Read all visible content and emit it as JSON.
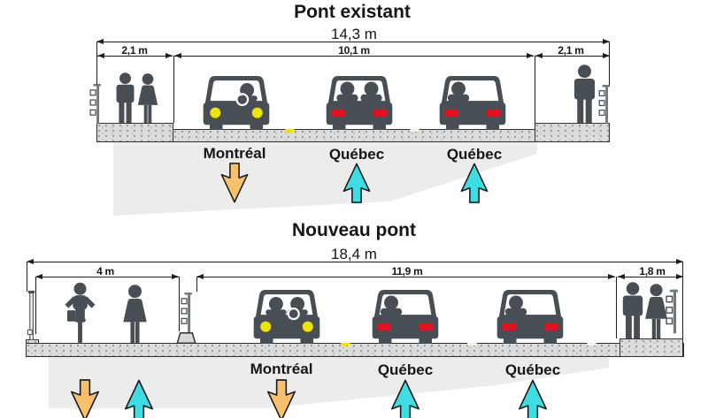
{
  "colors": {
    "figure": "#474e54",
    "montreal_arrow": "#f6c06c",
    "quebec_arrow": "#3edde4",
    "arrow_outline": "#161616",
    "headlight": "#efe30b",
    "taillight": "#e41220",
    "deck": "#dcdcdc",
    "deck_outline": "#2f2f2f",
    "shadow": "#ececec",
    "line": "#1d1d1d"
  },
  "existing_bridge": {
    "title": "Pont existant",
    "dims": {
      "total": "14,3 m",
      "left_sidewalk": "2,1 m",
      "roadway": "10,1 m",
      "right_sidewalk": "2,1 m"
    },
    "lanes": [
      {
        "destination": "Montréal",
        "direction": "down",
        "arrow_color": "#f6c06c",
        "vehicle": "car-front-headlights-icon"
      },
      {
        "destination": "Québec",
        "direction": "up",
        "arrow_color": "#3edde4",
        "vehicle": "car-rear-taillights-icon"
      },
      {
        "destination": "Québec",
        "direction": "up",
        "arrow_color": "#3edde4",
        "vehicle": "car-rear-taillights-icon"
      }
    ],
    "figures": [
      "guardrail-icon",
      "pedestrian-man-icon",
      "pedestrian-woman-icon",
      "car-front-icon",
      "car-rear-icon",
      "car-rear-icon",
      "pedestrian-man-icon",
      "guardrail-icon"
    ]
  },
  "new_bridge": {
    "title": "Nouveau pont",
    "dims": {
      "total": "18,4 m",
      "multiuse_path": "4 m",
      "roadway": "11,9 m",
      "right_sidewalk": "1,8 m"
    },
    "path_arrows": [
      {
        "direction": "down",
        "arrow_color": "#f6c06c"
      },
      {
        "direction": "up",
        "arrow_color": "#3edde4"
      }
    ],
    "lanes": [
      {
        "destination": "Montréal",
        "direction": "down",
        "arrow_color": "#f6c06c",
        "vehicle": "car-front-headlights-icon"
      },
      {
        "destination": "Québec",
        "direction": "up",
        "arrow_color": "#3edde4",
        "vehicle": "car-rear-taillights-icon"
      },
      {
        "destination": "Québec",
        "direction": "up",
        "arrow_color": "#3edde4",
        "vehicle": "car-rear-taillights-icon"
      }
    ],
    "figures": [
      "barrier-post-icon",
      "cyclist-icon",
      "pedestrian-woman-icon",
      "jersey-barrier-icon",
      "guardrail-icon",
      "car-front-icon",
      "car-rear-icon",
      "car-rear-icon",
      "pedestrian-man-icon",
      "pedestrian-woman-icon",
      "guardrail-icon"
    ]
  }
}
